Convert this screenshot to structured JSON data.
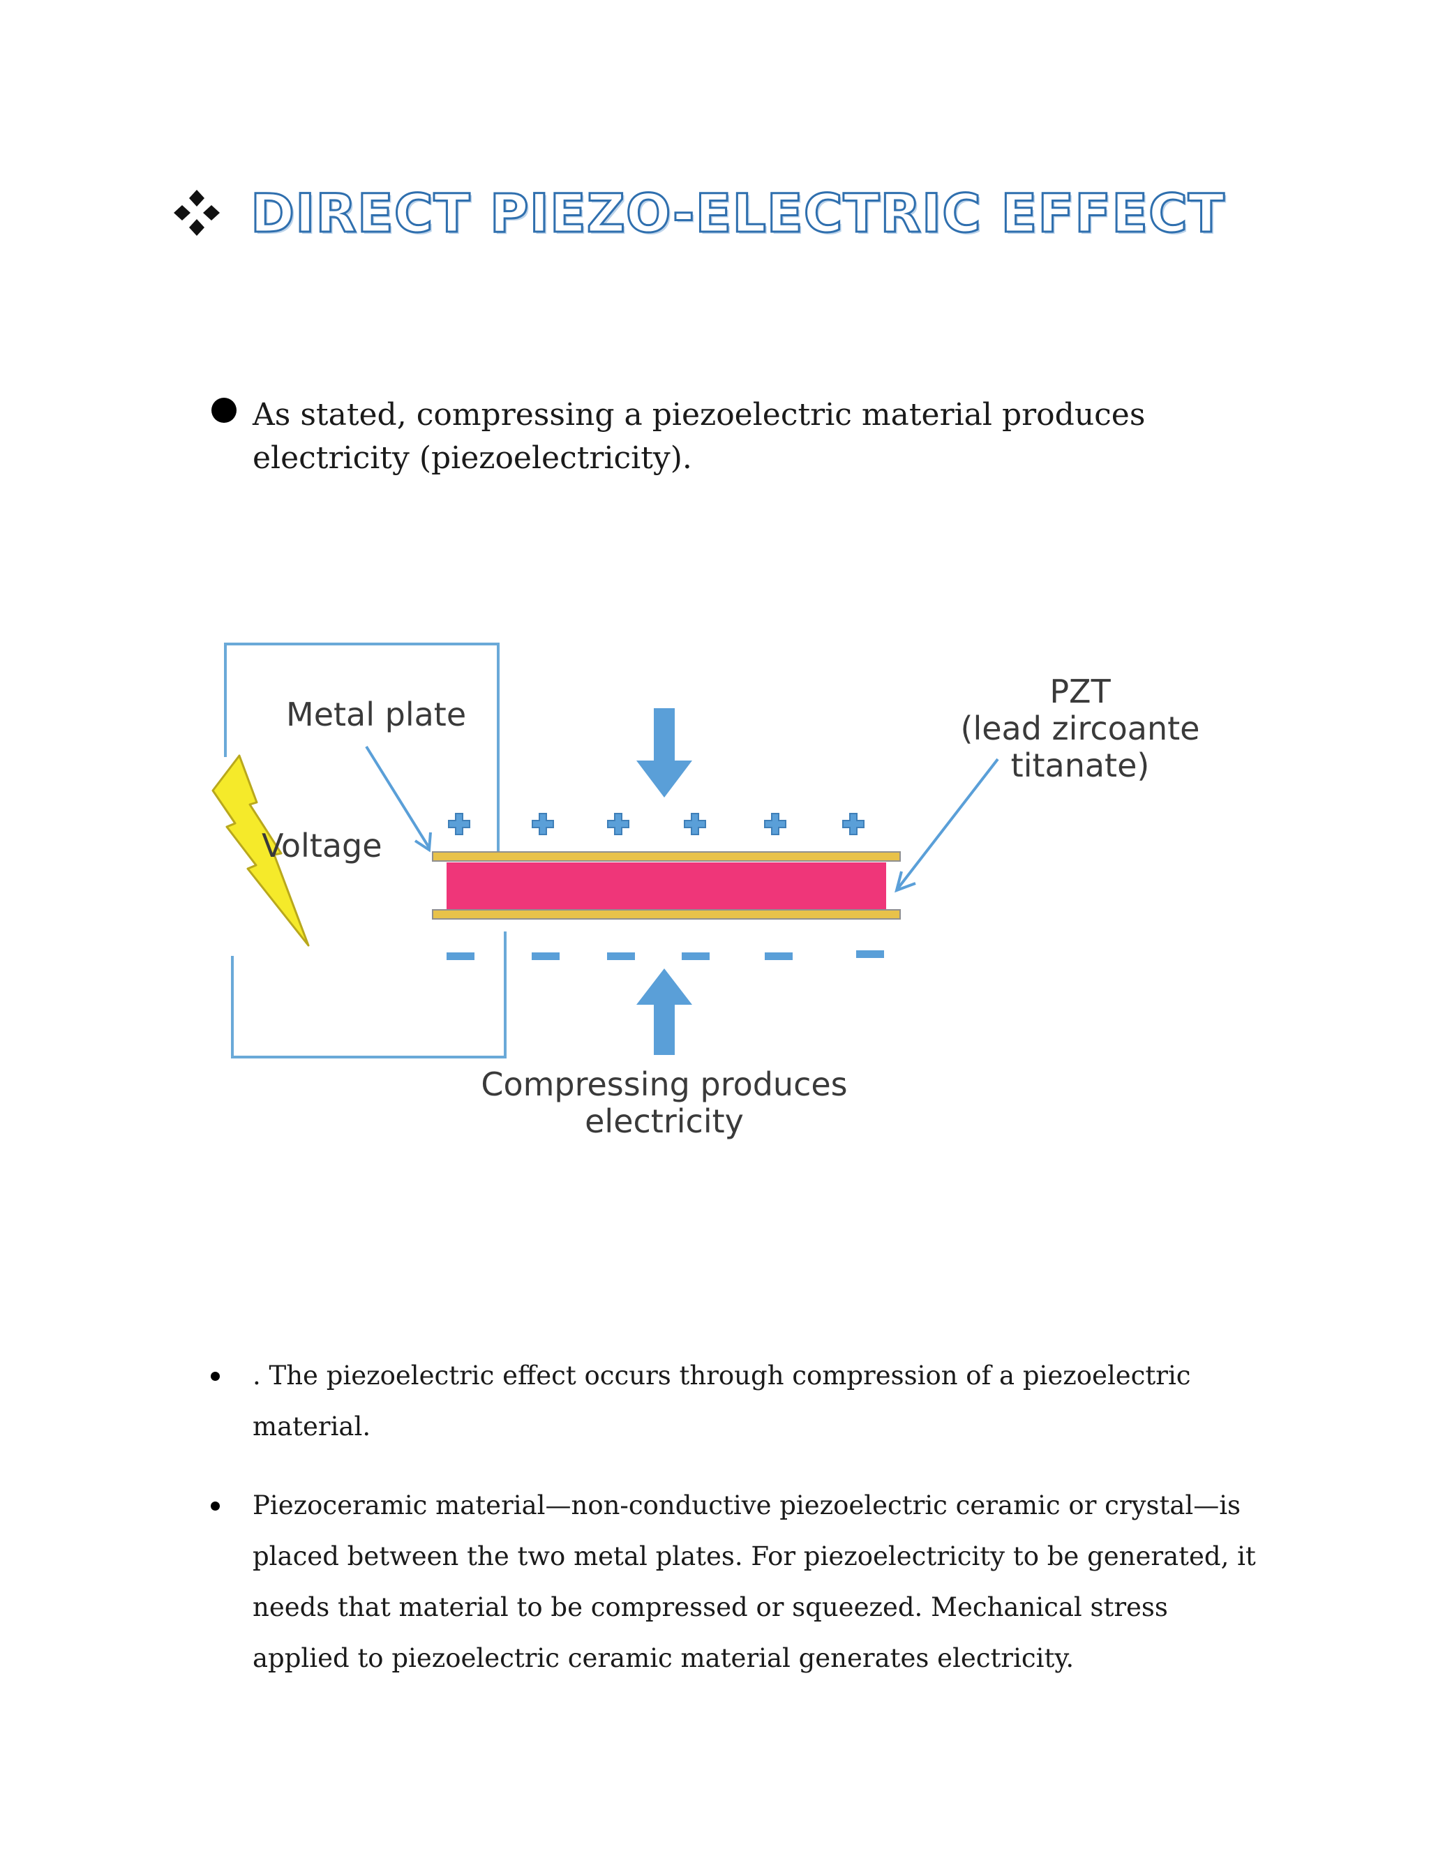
{
  "heading": {
    "text": "DIRECT PIEZO-ELECTRIC EFFECT",
    "icon": "four-diamond-bullet-icon"
  },
  "intro": {
    "text": "As stated, compressing a piezoelectric material produces electricity (piezoelectricity)."
  },
  "diagram": {
    "labels": {
      "metal_plate": "Metal plate",
      "voltage": "Voltage",
      "pzt_line1": "PZT",
      "pzt_line2": "(lead zircoante",
      "pzt_line3": "titanate)",
      "caption_line1": "Compressing produces",
      "caption_line2": "electricity"
    },
    "colors": {
      "crystal": "#ef3679",
      "plate": "#e8c24a",
      "arrow": "#5a9fd8",
      "wire": "#6aa9d8",
      "lightning": "#f5ea2a"
    }
  },
  "bullets": [
    {
      "text": ". The piezoelectric effect occurs through compression of a piezoelectric material."
    },
    {
      "text": "Piezoceramic material—non-conductive piezoelectric ceramic or crystal—is placed between the two metal plates. For piezoelectricity to be generated, it needs that material to be compressed or squeezed. Mechanical stress applied to piezoelectric ceramic material generates electricity."
    }
  ]
}
